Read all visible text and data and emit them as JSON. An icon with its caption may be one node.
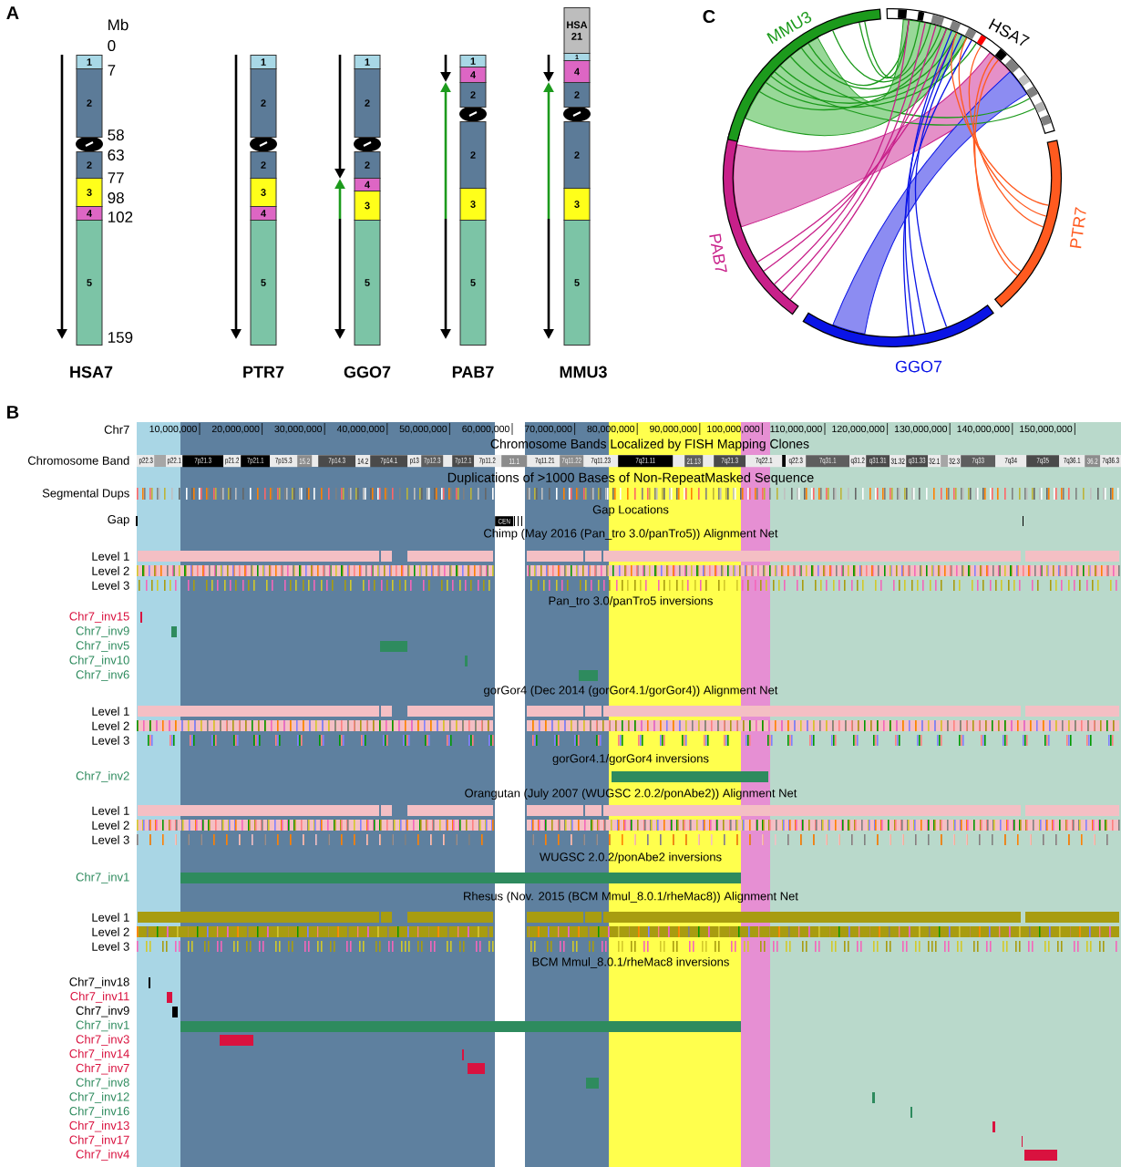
{
  "diagram": {
    "nodes": [
      {
        "text": [
          "1"
        ]
      },
      {
        "text": [
          "2"
        ]
      },
      {
        "text": [
          "2"
        ]
      },
      {
        "text": [
          "3"
        ]
      },
      {
        "text": [
          "4"
        ]
      },
      {
        "text": [
          "5"
        ]
      },
      {
        "text": [
          "1"
        ]
      },
      {
        "text": [
          "2"
        ]
      },
      {
        "text": [
          "2"
        ]
      },
      {
        "text": [
          "3"
        ]
      },
      {
        "text": [
          "4"
        ]
      },
      {
        "text": [
          "5"
        ]
      },
      {
        "text": [
          "1"
        ]
      },
      {
        "text": [
          "2"
        ]
      },
      {
        "text": [
          "2"
        ]
      },
      {
        "text": [
          "4"
        ]
      },
      {
        "text": [
          "3"
        ]
      },
      {
        "text": [
          "5"
        ]
      },
      {
        "text": [
          "1"
        ]
      },
      {
        "text": [
          "4"
        ]
      },
      {
        "text": [
          "2"
        ]
      },
      {
        "text": [
          "2"
        ]
      },
      {
        "text": [
          "3"
        ]
      },
      {
        "text": [
          "5"
        ]
      },
      {
        "text": [
          "HSA 21"
        ]
      },
      {
        "text": [
          "1"
        ]
      },
      {
        "text": [
          "4"
        ]
      },
      {
        "text": [
          "2"
        ]
      },
      {
        "text": [
          "2"
        ]
      },
      {
        "text": [
          "3"
        ]
      },
      {
        "text": [
          "5"
        ]
      },
      {
        "text": [
          "p22.3"
        ]
      },
      {
        "text": [
          "p22.1"
        ]
      },
      {
        "text": [
          "7p21.3"
        ]
      },
      {
        "text": [
          "p21.2"
        ]
      },
      {
        "text": [
          "7p21.1"
        ]
      },
      {
        "text": [
          "7p15.3"
        ]
      },
      {
        "text": [
          "15.2"
        ]
      },
      {
        "text": [
          "7p14.3"
        ]
      },
      {
        "text": [
          "14.2"
        ]
      },
      {
        "text": [
          "7p14.1"
        ]
      },
      {
        "text": [
          "p13"
        ]
      },
      {
        "text": [
          "7p12.3"
        ]
      },
      {
        "text": [
          "7p12.1"
        ]
      },
      {
        "text": [
          "7p11.2"
        ]
      },
      {
        "text": [
          "11.1"
        ]
      },
      {
        "text": [
          "7q11.21"
        ]
      },
      {
        "text": [
          "7q11.22"
        ]
      },
      {
        "text": [
          "7q11.23"
        ]
      },
      {
        "text": [
          "7q21.11"
        ]
      },
      {
        "text": [
          "21.13"
        ]
      },
      {
        "text": [
          "7q21.3"
        ]
      },
      {
        "text": [
          "7q22.1"
        ]
      },
      {
        "text": [
          "q22.3"
        ]
      },
      {
        "text": [
          "7q31.1"
        ]
      },
      {
        "text": [
          "q31.2"
        ]
      },
      {
        "text": [
          "q31.31"
        ]
      },
      {
        "text": [
          "31.32"
        ]
      },
      {
        "text": [
          "q31.33"
        ]
      },
      {
        "text": [
          "32.1"
        ]
      },
      {
        "text": [
          "32.3"
        ]
      },
      {
        "text": [
          "7q33"
        ]
      },
      {
        "text": [
          "7q34"
        ]
      },
      {
        "text": [
          "7q35"
        ]
      },
      {
        "text": [
          "7q36.1"
        ]
      },
      {
        "text": [
          "36.2"
        ]
      },
      {
        "text": [
          "7q36.3"
        ]
      },
      {
        "text": [
          "CEN"
        ]
      }
    ],
    "labels": [
      "A",
      "Mb",
      "0",
      "7",
      "58",
      "63",
      "77",
      "98",
      "102",
      "159",
      "HSA7",
      "PTR7",
      "GGO7",
      "PAB7",
      "MMU3",
      "C",
      "MMU3",
      "HSA7",
      "PTR7",
      "GGO7",
      "PAB7",
      "B",
      "Chr7",
      "10,000,000",
      "20,000,000",
      "30,000,000",
      "40,000,000",
      "50,000,000",
      "60,000,000",
      "70,000,000",
      "80,000,000",
      "90,000,000",
      "100,000,000",
      "110,000,000",
      "120,000,000",
      "130,000,000",
      "140,000,000",
      "150,000,000",
      "Chromosome Band",
      "Chromosome Bands Localized by FISH Mapping Clones",
      "Duplications of >1000 Bases of Non-RepeatMasked Sequence",
      "Segmental Dups",
      "Gap Locations",
      "Gap",
      "Chimp (May 2016 (Pan_tro 3.0/panTro5)) Alignment Net",
      "Level 1",
      "Level 2",
      "Level 3",
      "Pan_tro 3.0/panTro5 inversions",
      "Chr7_inv15",
      "Chr7_inv9",
      "Chr7_inv5",
      "Chr7_inv10",
      "Chr7_inv6",
      "gorGor4 (Dec 2014 (gorGor4.1/gorGor4)) Alignment Net",
      "Level 1",
      "Level 2",
      "Level 3",
      "gorGor4.1/gorGor4 inversions",
      "Chr7_inv2",
      "Orangutan (July 2007 (WUGSC 2.0.2/ponAbe2)) Alignment Net",
      "Level 1",
      "Level 2",
      "Level 3",
      "WUGSC 2.0.2/ponAbe2 inversions",
      "Chr7_inv1",
      "Rhesus (Nov. 2015 (BCM Mmul_8.0.1/rheMac8)) Alignment Net",
      "Level 1",
      "Level 2",
      "Level 3",
      "BCM Mmul_8.0.1/rheMac8 inversions",
      "Chr7_inv18",
      "Chr7_inv11",
      "Chr7_inv9",
      "Chr7_inv1",
      "Chr7_inv3",
      "Chr7_inv14",
      "Chr7_inv7",
      "Chr7_inv8",
      "Chr7_inv12",
      "Chr7_inv16",
      "Chr7_inv13",
      "Chr7_inv17",
      "Chr7_inv4"
    ]
  }
}
